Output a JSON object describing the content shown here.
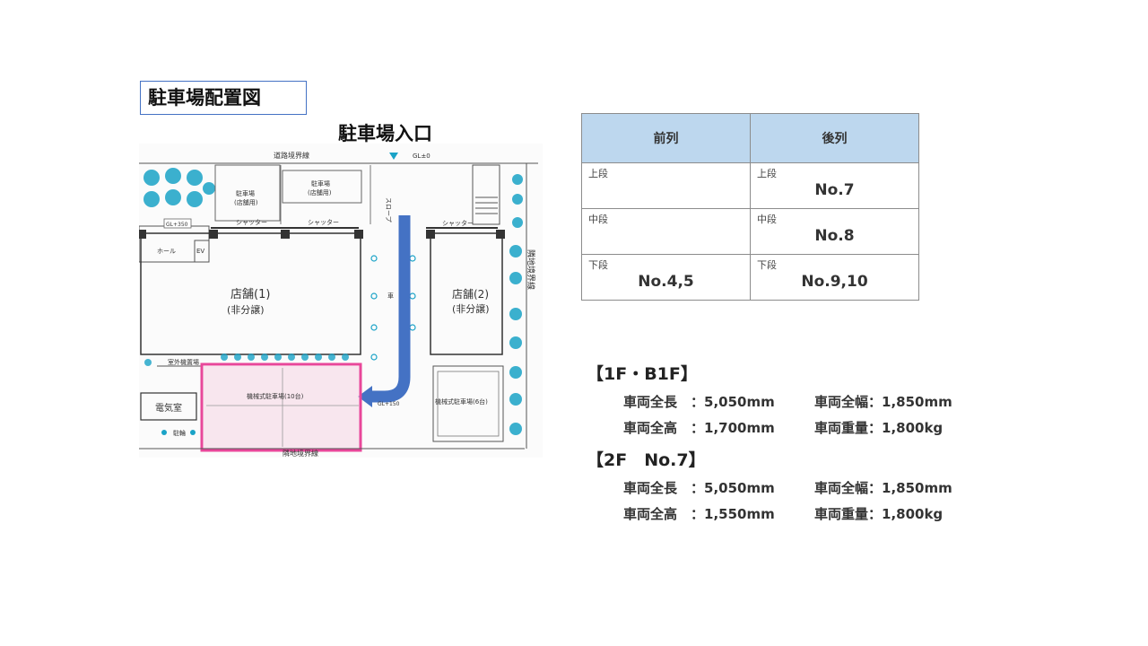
{
  "title": "駐車場配置図",
  "entrance_label": "駐車場入口",
  "plan": {
    "road_boundary": "道路境界線",
    "neighbor_boundary": "隣地境界線",
    "slope": "スロープ",
    "parking_store_use_1": "駐車場",
    "parking_store_use_1b": "(店舗用)",
    "parking_store_use_2": "駐車場",
    "parking_store_use_2b": "(店舗用)",
    "shutter": "シャッター",
    "gl_350": "GL+350",
    "gl_90": "GL±0",
    "gl_150": "GL+150",
    "hall": "ホール",
    "ev": "EV",
    "store1_line1": "店舗(1)",
    "store1_line2": "(非分譲)",
    "store2_line1": "店舗(2)",
    "store2_line2": "(非分譲)",
    "outdoor_unit": "室外機置場",
    "electric_room": "電気室",
    "mech_parking_10": "機械式駐車場(10台)",
    "mech_parking_6": "機械式駐車場(6台)",
    "car": "車",
    "bicycle": "駐輪",
    "road_boundary_bottom": "隣地境界線"
  },
  "table": {
    "headers": [
      "前列",
      "後列"
    ],
    "rows": [
      {
        "front_tag": "上段",
        "front_val": "",
        "back_tag": "上段",
        "back_val": "No.7"
      },
      {
        "front_tag": "中段",
        "front_val": "",
        "back_tag": "中段",
        "back_val": "No.8"
      },
      {
        "front_tag": "下段",
        "front_val": "No.4,5",
        "back_tag": "下段",
        "back_val": "No.9,10"
      }
    ]
  },
  "spec1": {
    "heading": "【1F・B1F】",
    "length": "車両全長　：5,050mm",
    "width": "車両全幅：1,850mm",
    "height": "車両全高　：1,700mm",
    "weight": "車両重量：1,800kg"
  },
  "spec2": {
    "heading": "【2F　No.7】",
    "length": "車両全長　：5,050mm",
    "width": "車両全幅：1,850mm",
    "height": "車両全高　：1,550mm",
    "weight": "車両重量：1,800kg"
  },
  "colors": {
    "highlight": "#e8479a",
    "arrow": "#4472c4",
    "table_header": "#bdd7ee",
    "tree": "#1aa3c7"
  }
}
